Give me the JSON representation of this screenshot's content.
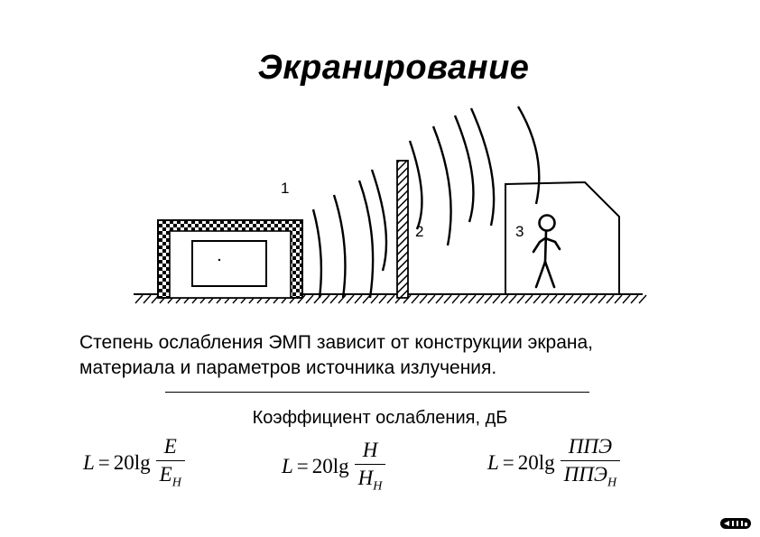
{
  "title": "Экранирование",
  "diagram": {
    "label_1": "1",
    "label_2": "2",
    "label_3": "3"
  },
  "description": {
    "line1": "Степень ослабления ЭМП зависит от конструкции экрана,",
    "line2": "материала и параметров источника излучения."
  },
  "subheading": "Коэффициент ослабления, дБ",
  "formulas": [
    {
      "lhs": "L",
      "eq": "=",
      "coef": "20lg",
      "num": "E",
      "den": "E",
      "den_sub": "Н"
    },
    {
      "lhs": "L",
      "eq": "=",
      "coef": "20lg",
      "num": "H",
      "den": "H",
      "den_sub": "Н"
    },
    {
      "lhs": "L",
      "eq": "=",
      "coef": "20lg",
      "num": "ППЭ",
      "den": "ППЭ",
      "den_sub": "Н"
    }
  ]
}
